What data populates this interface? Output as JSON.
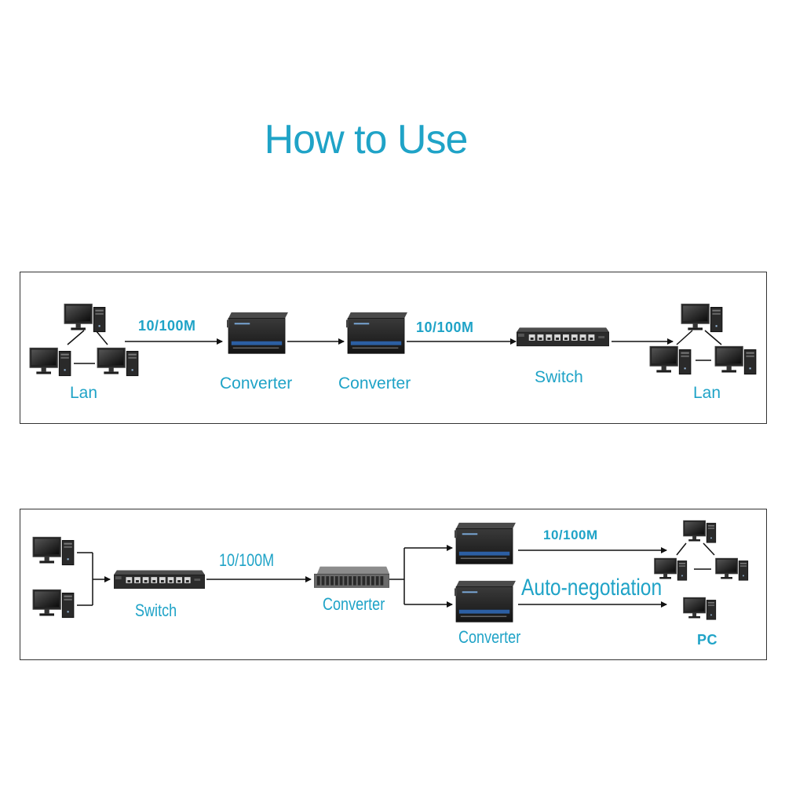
{
  "title": "How to Use",
  "diagram1": {
    "labels": {
      "lan_left": "Lan",
      "speed_1": "10/100M",
      "converter_1": "Converter",
      "converter_2": "Converter",
      "speed_2": "10/100M",
      "switch": "Switch",
      "lan_right": "Lan"
    }
  },
  "diagram2": {
    "labels": {
      "switch": "Switch",
      "speed_1": "10/100M",
      "converter_rack": "Converter",
      "speed_2": "10/100M",
      "auto_negotiation": "Auto-negotiation",
      "converter_bottom": "Converter",
      "pc": "PC"
    }
  },
  "colors": {
    "accent": "#1fa3c7",
    "border": "#333333",
    "device_dark": "#1e1e1e"
  }
}
